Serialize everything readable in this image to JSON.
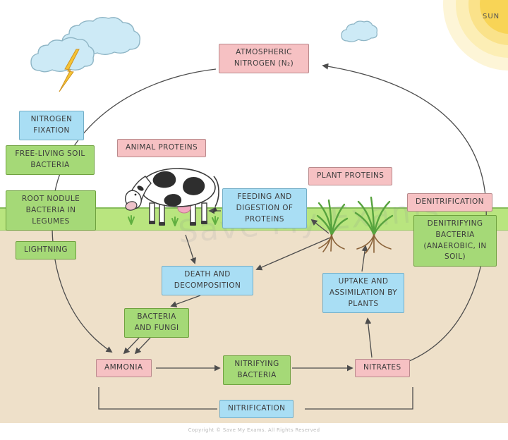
{
  "scene": {
    "sun_label": "SUN",
    "watermark": "Save My Exams",
    "copyright": "Copyright © Save My Exams. All Rights Reserved"
  },
  "boxes": {
    "atmospheric_nitrogen": "ATMOSPHERIC NITROGEN (N₂)",
    "nitrogen_fixation": "NITROGEN FIXATION",
    "free_living": "FREE-LIVING SOIL BACTERIA",
    "root_nodule": "ROOT NODULE BACTERIA IN LEGUMES",
    "lightning": "LIGHTNING",
    "animal_proteins": "ANIMAL PROTEINS",
    "plant_proteins": "PLANT PROTEINS",
    "feeding": "FEEDING AND DIGESTION OF PROTEINS",
    "denitrification": "DENITRIFICATION",
    "denitrifying": "DENITRIFYING BACTERIA (ANAEROBIC, IN SOIL)",
    "death": "DEATH AND DECOMPOSITION",
    "uptake": "UPTAKE AND ASSIMILATION BY PLANTS",
    "bacteria_fungi": "BACTERIA AND FUNGI",
    "ammonia": "AMMONIA",
    "nitrifying": "NITRIFYING BACTERIA",
    "nitrates": "NITRATES",
    "nitrification": "NITRIFICATION"
  },
  "colors": {
    "pink_box": "#f6c1c3",
    "blue_box": "#a9def4",
    "green_box": "#a5d977",
    "grass": "#b9e57f",
    "soil": "#eee0c9",
    "sun_core": "#f8d456",
    "arrow": "#4d4d4d"
  }
}
